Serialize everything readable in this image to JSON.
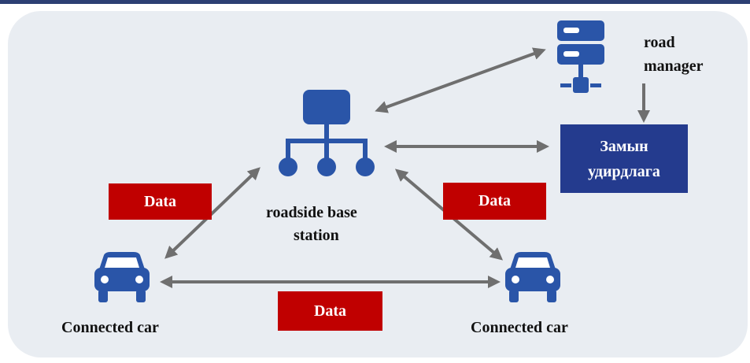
{
  "colors": {
    "top_bar": "#2c3f73",
    "panel": "#e9edf2",
    "icon_blue": "#2a55a8",
    "arrow_gray": "#6f6f6f",
    "data_red": "#c00000",
    "control_navy": "#243b8e"
  },
  "icons": {
    "server": "server-icon",
    "network": "network-hierarchy-icon",
    "car": "car-icon"
  },
  "labels": {
    "road_manager_line1": "road",
    "road_manager_line2": "manager",
    "base_station_line1": "roadside base",
    "base_station_line2": "station",
    "car_left": "Connected car",
    "car_right": "Connected car"
  },
  "control_box": {
    "line1": "Замын",
    "line2": "удирдлага"
  },
  "data_tags": {
    "left": "Data",
    "right": "Data",
    "bottom": "Data"
  }
}
